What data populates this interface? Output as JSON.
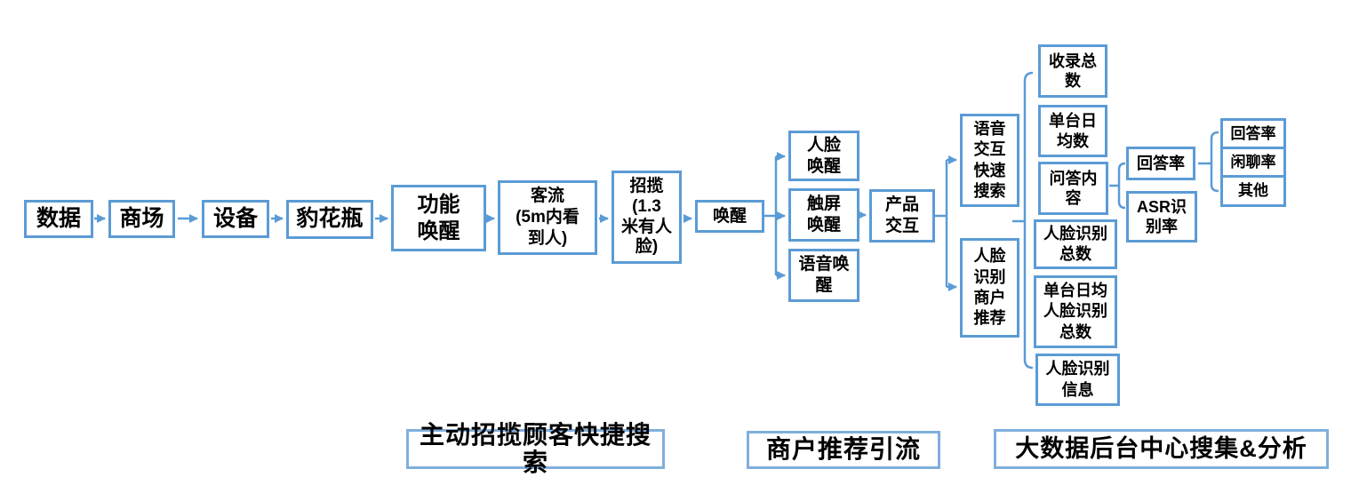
{
  "diagram": {
    "type": "flowchart",
    "colors": {
      "node_border": "#5B9BD5",
      "connector": "#5B9BD5",
      "section_border": "#7FAFDD",
      "text": "#000000",
      "background": "#FFFFFF"
    },
    "nodes": {
      "data": {
        "label": "数据"
      },
      "mall": {
        "label": "商场"
      },
      "device": {
        "label": "设备"
      },
      "leopard_vase": {
        "label": "豹花瓶"
      },
      "function_wake": {
        "label": "功能\n唤醒"
      },
      "passenger_flow": {
        "label": "客流\n(5m内看\n到人)"
      },
      "solicit": {
        "label": "招揽\n(1.3\n米有人\n脸)"
      },
      "wake": {
        "label": "唤醒"
      },
      "face_wake": {
        "label": "人脸\n唤醒"
      },
      "touch_wake": {
        "label": "触屏\n唤醒"
      },
      "voice_wake": {
        "label": "语音唤\n醒"
      },
      "product_interaction": {
        "label": "产品\n交互"
      },
      "voice_quick_search": {
        "label": "语音\n交互\n快速\n搜索"
      },
      "face_merchant_rec": {
        "label": "人脸\n识别\n商户\n推荐"
      },
      "record_total": {
        "label": "收录总\n数"
      },
      "unit_daily_avg": {
        "label": "单台日\n均数"
      },
      "qa_content": {
        "label": "问答内\n容"
      },
      "face_rec_total": {
        "label": "人脸识别\n总数"
      },
      "unit_daily_face_total": {
        "label": "单台日均\n人脸识别\n总数"
      },
      "face_rec_info": {
        "label": "人脸识别\n信息"
      },
      "answer_rate": {
        "label": "回答率"
      },
      "asr_rate": {
        "label": "ASR识\n别率"
      },
      "answer_rate_sub": {
        "label": "回答率"
      },
      "chat_rate": {
        "label": "闲聊率"
      },
      "other": {
        "label": "其他"
      }
    },
    "section_labels": {
      "solicit_search": {
        "label": "主动招揽顾客快捷搜索"
      },
      "merchant_referral": {
        "label": "商户推荐引流"
      },
      "bigdata_analysis": {
        "label": "大数据后台中心搜集&分析"
      }
    },
    "edges": [
      {
        "from": "data",
        "to": "mall",
        "type": "arrow"
      },
      {
        "from": "mall",
        "to": "device",
        "type": "arrow"
      },
      {
        "from": "device",
        "to": "leopard_vase",
        "type": "arrow"
      },
      {
        "from": "leopard_vase",
        "to": "function_wake",
        "type": "arrow"
      },
      {
        "from": "function_wake",
        "to": "passenger_flow",
        "type": "arrow"
      },
      {
        "from": "passenger_flow",
        "to": "solicit",
        "type": "arrow"
      },
      {
        "from": "solicit",
        "to": "wake",
        "type": "arrow"
      },
      {
        "from": "wake",
        "to": "face_wake",
        "type": "arrow"
      },
      {
        "from": "wake",
        "to": "touch_wake",
        "type": "arrow"
      },
      {
        "from": "wake",
        "to": "voice_wake",
        "type": "arrow"
      },
      {
        "from": "touch_wake",
        "to": "product_interaction",
        "type": "arrow"
      },
      {
        "from": "product_interaction",
        "to": "voice_quick_search",
        "type": "arrow"
      },
      {
        "from": "product_interaction",
        "to": "face_merchant_rec",
        "type": "arrow"
      },
      {
        "from": [
          "voice_quick_search",
          "face_merchant_rec"
        ],
        "to": [
          "record_total",
          "unit_daily_avg",
          "qa_content",
          "face_rec_total",
          "unit_daily_face_total",
          "face_rec_info"
        ],
        "type": "brace"
      },
      {
        "from": [
          "qa_content"
        ],
        "to": [
          "answer_rate",
          "asr_rate"
        ],
        "type": "brace"
      },
      {
        "from": [
          "answer_rate"
        ],
        "to": [
          "answer_rate_sub",
          "chat_rate",
          "other"
        ],
        "type": "brace"
      }
    ]
  }
}
